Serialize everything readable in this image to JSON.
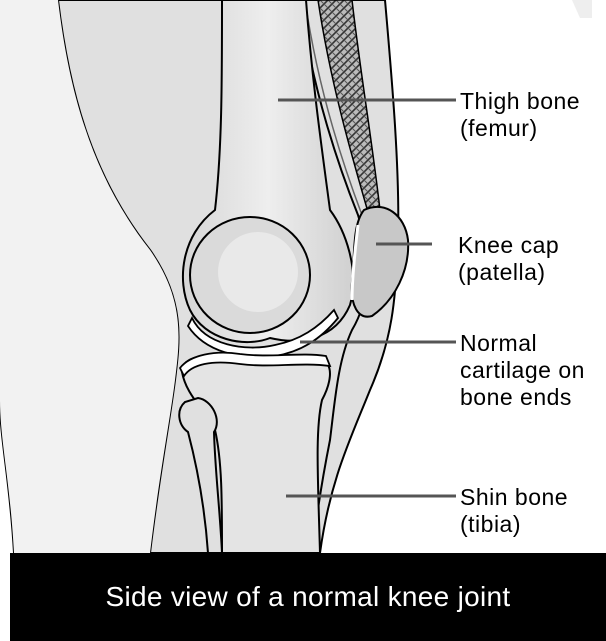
{
  "labels": {
    "femur": {
      "line1": "Thigh bone",
      "line2": "(femur)"
    },
    "patella": {
      "line1": "Knee cap",
      "line2": "(patella)"
    },
    "cartilage": {
      "line1": "Normal",
      "line2": "cartilage on",
      "line3": "bone ends"
    },
    "tibia": {
      "line1": "Shin bone",
      "line2": "(tibia)"
    }
  },
  "caption": "Side view of a normal knee joint",
  "colors": {
    "leg_skin": "#dcdcdc",
    "bone_fill": "#e6e6e6",
    "bone_shade": "#bdbdbd",
    "outline": "#000000",
    "leader_line": "#555555",
    "caption_bg": "#000000",
    "caption_text": "#ffffff"
  }
}
